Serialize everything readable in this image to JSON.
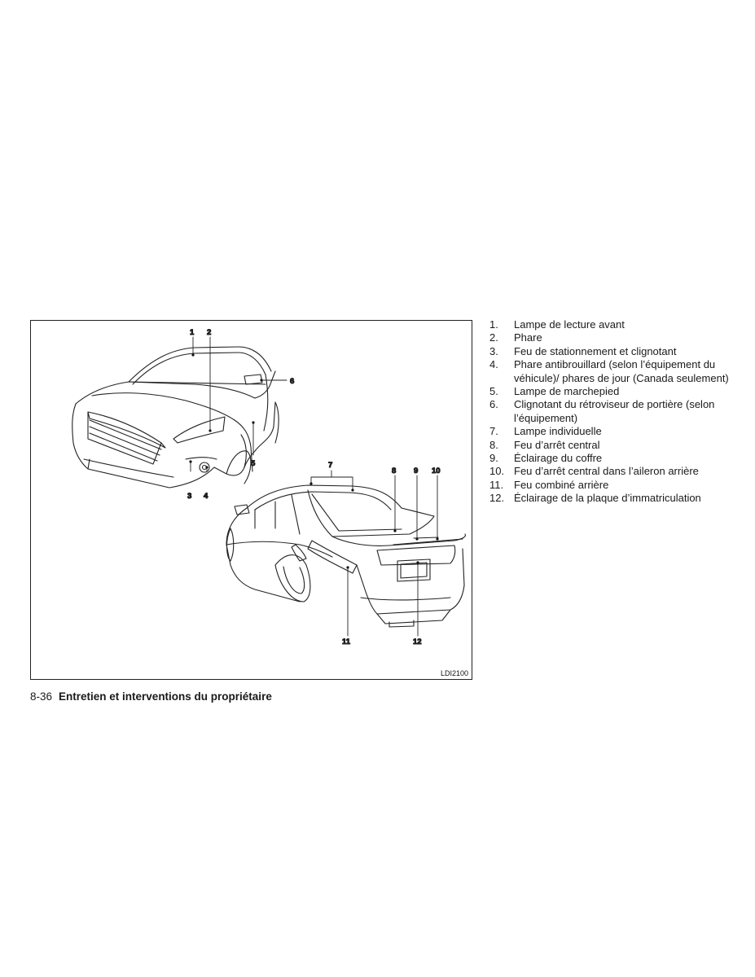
{
  "figure": {
    "code": "LDI2100",
    "callouts": [
      "1",
      "2",
      "3",
      "4",
      "5",
      "6",
      "7",
      "8",
      "9",
      "10",
      "11",
      "12"
    ]
  },
  "legend": [
    {
      "num": "1.",
      "text": "Lampe de lecture avant"
    },
    {
      "num": "2.",
      "text": "Phare"
    },
    {
      "num": "3.",
      "text": "Feu de stationnement et clignotant"
    },
    {
      "num": "4.",
      "text": "Phare antibrouillard (selon l’équipement du véhicule)/ phares de jour (Canada seulement)"
    },
    {
      "num": "5.",
      "text": "Lampe de marchepied"
    },
    {
      "num": "6.",
      "text": "Clignotant du rétroviseur de portière (selon l’équipement)"
    },
    {
      "num": "7.",
      "text": "Lampe individuelle"
    },
    {
      "num": "8.",
      "text": "Feu d’arrêt central"
    },
    {
      "num": "9.",
      "text": "Éclairage du coffre"
    },
    {
      "num": "10.",
      "text": "Feu d’arrêt central dans l’aileron arrière"
    },
    {
      "num": "11.",
      "text": "Feu combiné arrière"
    },
    {
      "num": "12.",
      "text": "Éclairage de la plaque d’immatriculation"
    }
  ],
  "footer": {
    "page_number": "8-36",
    "section_title": "Entretien et interventions du propriétaire"
  }
}
